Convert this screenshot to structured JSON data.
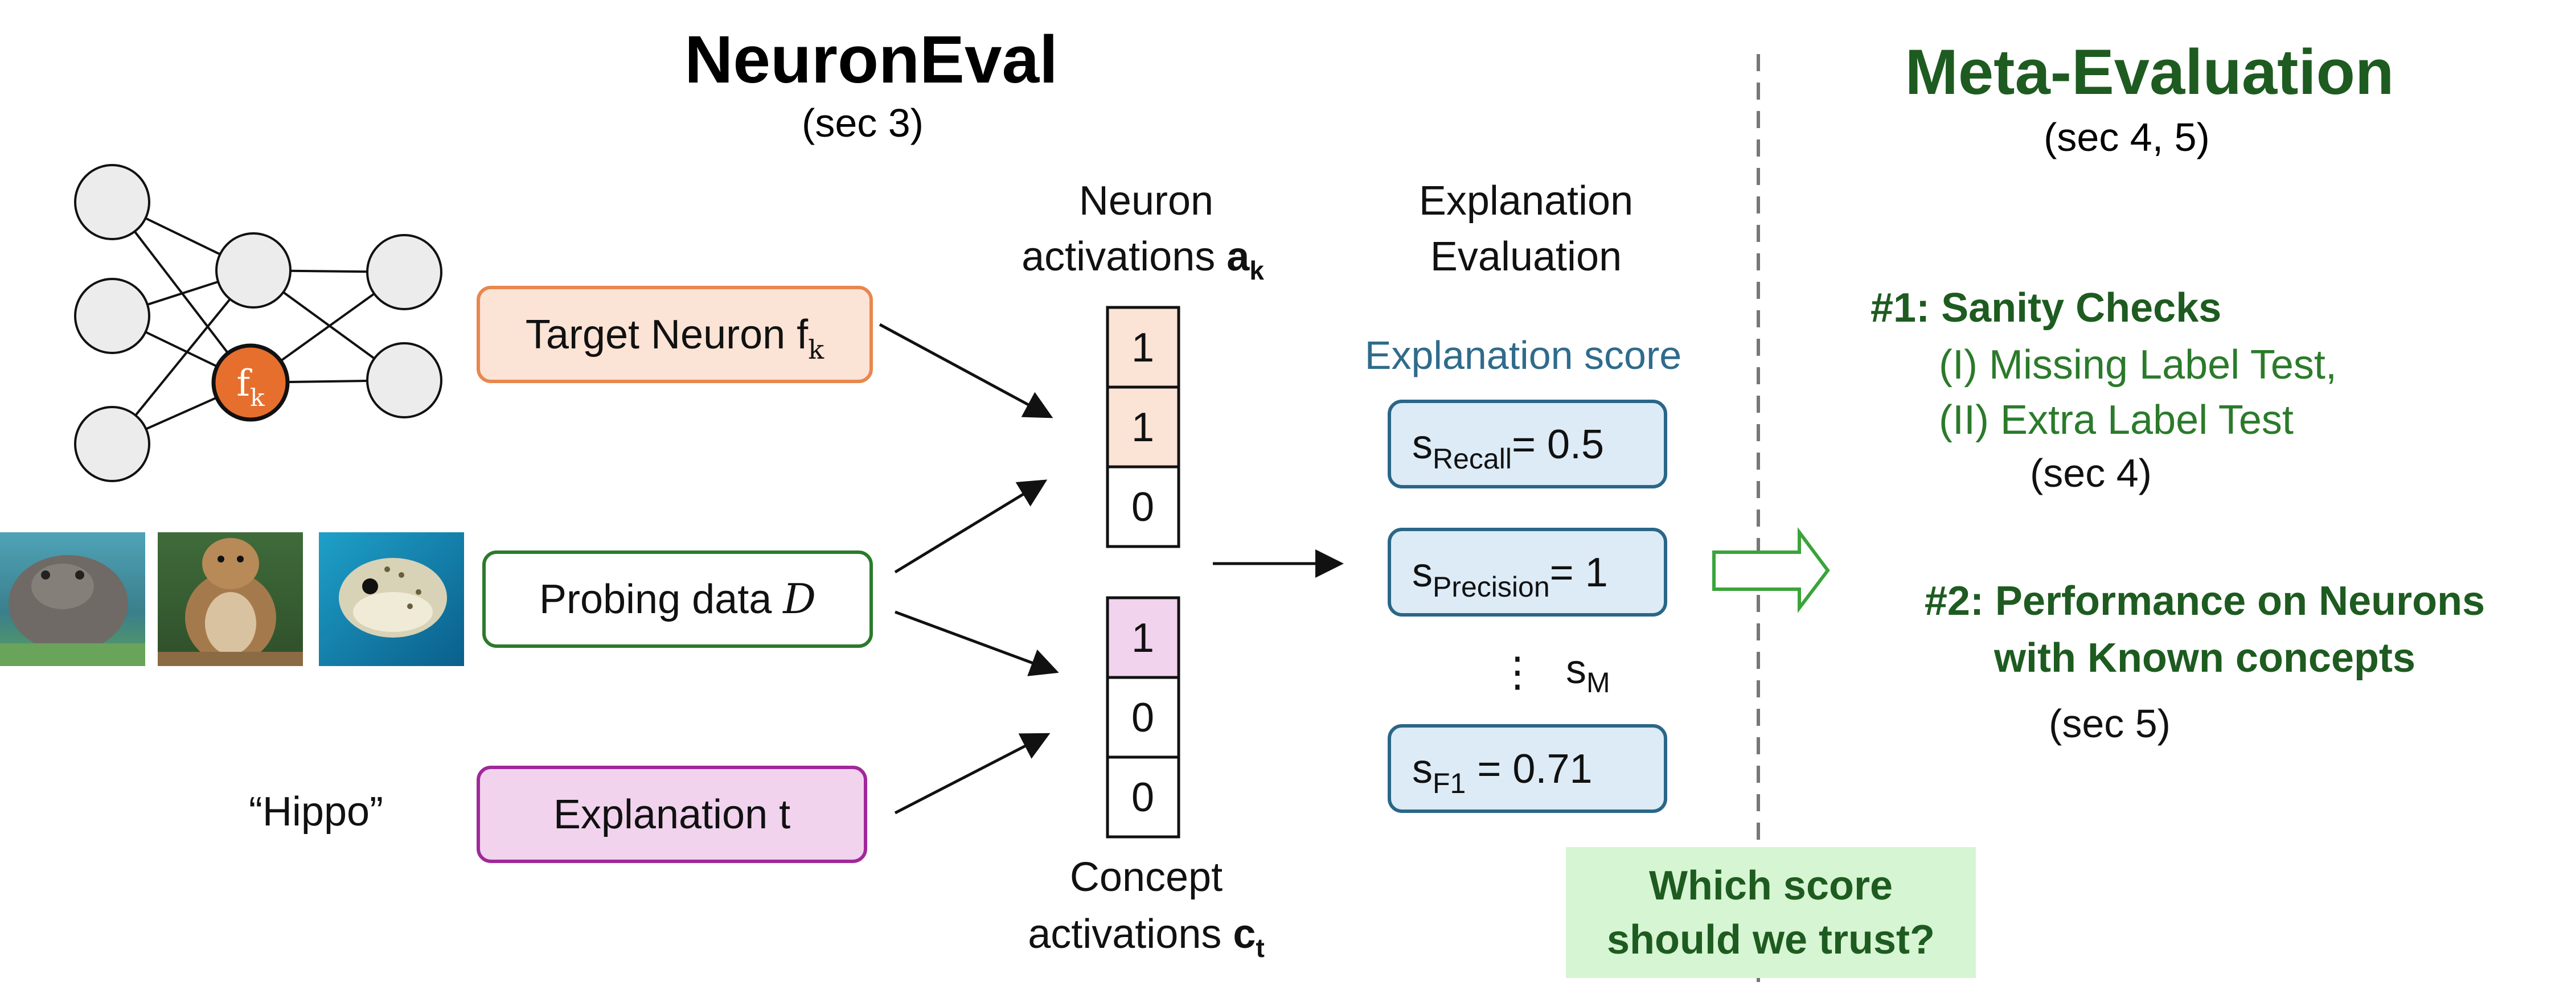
{
  "colors": {
    "meta_green": "#1e5b20",
    "score_blue": "#2f6b8c",
    "target_fill": "#fbe3d5",
    "target_stroke": "#e8874e",
    "probe_stroke": "#2b7a2b",
    "explain_fill": "#f1d3ee",
    "explain_stroke": "#a0289a",
    "score_fill": "#dcebf6",
    "score_stroke": "#2a6687",
    "neuron_fill": "#ececec",
    "highlight_neuron": "#e66f2e",
    "question_fill": "#d6f5d2",
    "question_text": "#1e5b20",
    "arrow_green": "#3aa43a"
  },
  "neuroneval": {
    "title": "NeuronEval",
    "sec": "(sec 3)"
  },
  "meta": {
    "title": "Meta-Evaluation",
    "sec": "(sec 4, 5)",
    "item1_title": "#1: Sanity Checks",
    "item1_line1": "(I) Missing Label Test,",
    "item1_line2": "(II) Extra Label Test",
    "item1_sec": "(sec 4)",
    "item2_line1": "#2: Performance on Neurons",
    "item2_line2": "with Known concepts",
    "item2_sec": "(sec 5)"
  },
  "network": {
    "neuron_label": "f",
    "neuron_sub": "k"
  },
  "inputs": {
    "target_label": "Target Neuron f",
    "target_sub": "k",
    "probe_label": "Probing data ",
    "probe_symbol": "D",
    "explain_label": "Explanation t",
    "hippo": "“Hippo”"
  },
  "neuron_act": {
    "line1": "Neuron",
    "line2": "activations ",
    "var": "a",
    "sub": "k",
    "values": [
      "1",
      "1",
      "0"
    ]
  },
  "concept_act": {
    "line1": "Concept",
    "line2": "activations ",
    "var": "c",
    "sub": "t",
    "values": [
      "1",
      "0",
      "0"
    ]
  },
  "evaluation": {
    "header1": "Explanation",
    "header2": "Evaluation",
    "score_label": "Explanation score",
    "recall_s": "s",
    "recall_sub": "Recall",
    "recall_val": "= 0.5",
    "precision_s": "s",
    "precision_sub": "Precision",
    "precision_val": "= 1",
    "dots": "⋮",
    "m_s": "s",
    "m_sub": "M",
    "f1_s": "s",
    "f1_sub": "F1",
    "f1_val": " = 0.71"
  },
  "question": {
    "line1": "Which score",
    "line2": "should we trust?"
  }
}
